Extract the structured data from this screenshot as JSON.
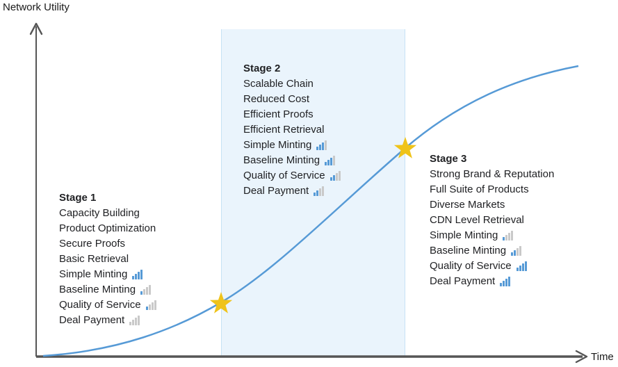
{
  "y_axis_label": "Network Utility",
  "x_axis_label": "Time",
  "icon_total_bars": 4,
  "colors": {
    "curve": "#569AD6",
    "band_fill": "#EAF4FC",
    "band_border": "#C6E2F5",
    "star": "#EFC319",
    "axis": "#555555",
    "icon_blue": "#569AD6",
    "icon_gray": "#C9C9C9"
  },
  "stages": [
    {
      "heading": "Stage 1",
      "items": [
        {
          "label": "Capacity Building"
        },
        {
          "label": "Product Optimization"
        },
        {
          "label": "Secure Proofs"
        },
        {
          "label": "Basic Retrieval"
        },
        {
          "label": "Simple Minting",
          "icon_blue_bars": 4
        },
        {
          "label": "Baseline Minting",
          "icon_blue_bars": 1
        },
        {
          "label": "Quality of Service",
          "icon_blue_bars": 1
        },
        {
          "label": "Deal Payment",
          "icon_blue_bars": 0
        }
      ]
    },
    {
      "heading": "Stage 2",
      "items": [
        {
          "label": "Scalable Chain"
        },
        {
          "label": "Reduced Cost"
        },
        {
          "label": "Efficient Proofs"
        },
        {
          "label": "Efficient Retrieval"
        },
        {
          "label": "Simple Minting",
          "icon_blue_bars": 3
        },
        {
          "label": "Baseline Minting",
          "icon_blue_bars": 3
        },
        {
          "label": "Quality of Service",
          "icon_blue_bars": 2
        },
        {
          "label": "Deal Payment",
          "icon_blue_bars": 2
        }
      ]
    },
    {
      "heading": "Stage 3",
      "items": [
        {
          "label": "Strong Brand & Reputation"
        },
        {
          "label": "Full Suite of Products"
        },
        {
          "label": "Diverse Markets"
        },
        {
          "label": "CDN Level Retrieval"
        },
        {
          "label": "Simple Minting",
          "icon_blue_bars": 1
        },
        {
          "label": "Baseline Minting",
          "icon_blue_bars": 2
        },
        {
          "label": "Quality of Service",
          "icon_blue_bars": 4
        },
        {
          "label": "Deal Payment",
          "icon_blue_bars": 4
        }
      ]
    }
  ],
  "chart_data": {
    "type": "line",
    "title": "",
    "xlabel": "Time",
    "ylabel": "Network Utility",
    "description": "Conceptual S-curve of network utility growth over time, divided into three stages; Stage 2 region is shaded and its boundaries are marked with stars on the curve.",
    "grid": false,
    "legend": false,
    "x_range_normalized": [
      0,
      1
    ],
    "y_range_normalized": [
      0,
      1
    ],
    "series": [
      {
        "name": "Network Utility",
        "x": [
          0.01,
          0.08,
          0.17,
          0.26,
          0.335,
          0.42,
          0.52,
          0.61,
          0.67,
          0.77,
          0.87,
          0.97
        ],
        "y": [
          0.005,
          0.02,
          0.06,
          0.12,
          0.17,
          0.27,
          0.42,
          0.56,
          0.63,
          0.76,
          0.84,
          0.87
        ]
      }
    ],
    "stage2_band_x": [
      0.335,
      0.67
    ],
    "milestones": [
      {
        "marker": "star",
        "x": 0.335,
        "y": 0.17
      },
      {
        "marker": "star",
        "x": 0.67,
        "y": 0.63
      }
    ]
  }
}
